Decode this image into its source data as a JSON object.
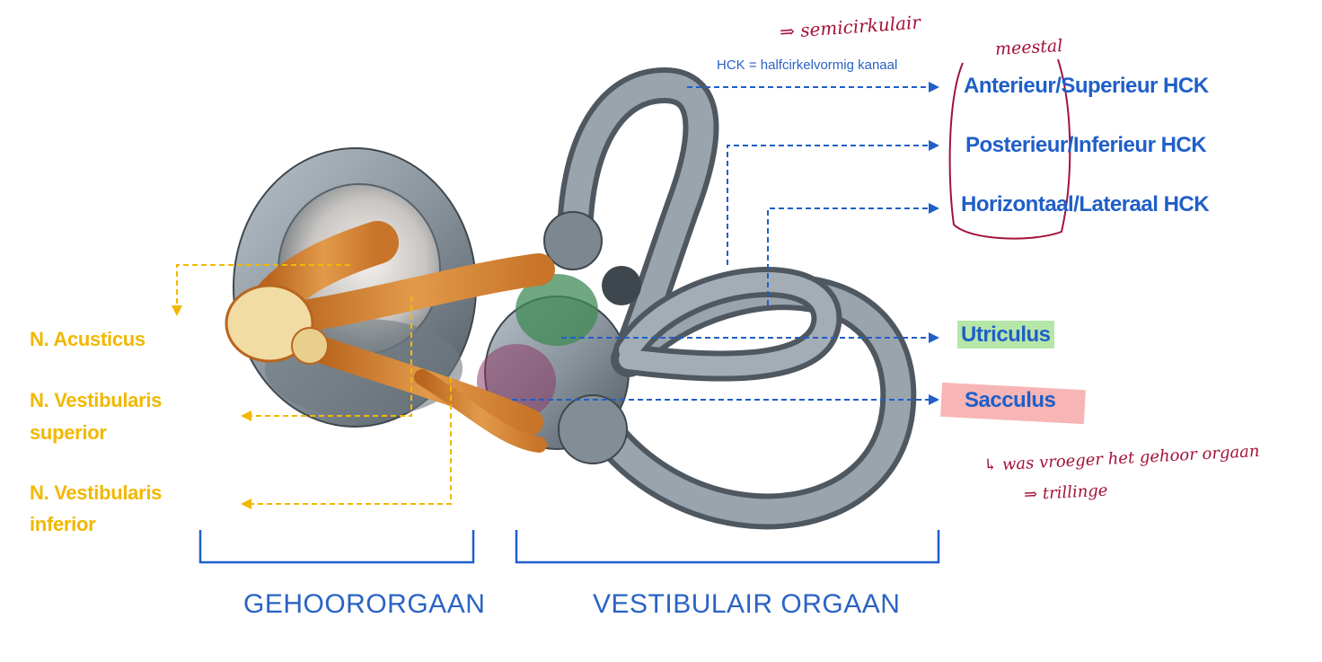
{
  "header_note": "HCK = halfcirkelvormig kanaal",
  "canals": [
    {
      "label": "Anterieur/Superieur HCK"
    },
    {
      "label": "Posterieur/Inferieur HCK"
    },
    {
      "label": "Horizontaal/Lateraal HCK"
    }
  ],
  "organs": {
    "utriculus": "Utriculus",
    "sacculus": "Sacculus"
  },
  "nerves": {
    "acusticus": "N. Acusticus",
    "vest_sup_line1": "N. Vestibularis",
    "vest_sup_line2": "superior",
    "vest_inf_line1": "N. Vestibularis",
    "vest_inf_line2": "inferior"
  },
  "groups": {
    "gehoor": "GEHOORORGAAN",
    "vestibulair": "VESTIBULAIR ORGAAN"
  },
  "handwriting": {
    "top": "⇒ semicirkulair",
    "meestal": "meestal",
    "note_line1": "↳ was vroeger het gehoor orgaan",
    "note_line2": "⇒ trillinge"
  },
  "colors": {
    "label_blue": "#1f5fc8",
    "nerve_yellow": "#f1b800",
    "ink_red": "#a3123a",
    "bone_gray": "#7f8a94",
    "nerve_orange": "#d98a3a",
    "highlight_green": "#b6e6a8",
    "highlight_pink": "#f7a8a8"
  }
}
